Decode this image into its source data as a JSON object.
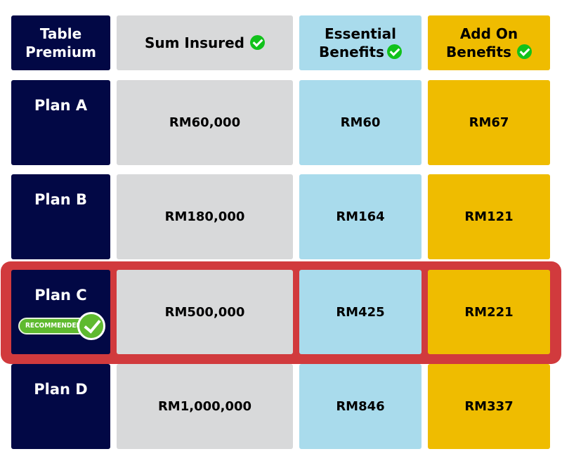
{
  "header": {
    "corner": [
      "Table",
      "Premium"
    ],
    "sum_insured": "Sum Insured",
    "essential": [
      "Essential",
      "Benefits"
    ],
    "addon": [
      "Add On",
      "Benefits"
    ]
  },
  "plans": [
    {
      "name": "Plan A",
      "sum_insured": "RM60,000",
      "essential": "RM60",
      "addon": "RM67"
    },
    {
      "name": "Plan B",
      "sum_insured": "RM180,000",
      "essential": "RM164",
      "addon": "RM121"
    },
    {
      "name": "Plan C",
      "sum_insured": "RM500,000",
      "essential": "RM425",
      "addon": "RM221",
      "badge": "RECOMMENDED"
    },
    {
      "name": "Plan D",
      "sum_insured": "RM1,000,000",
      "essential": "RM846",
      "addon": "RM337"
    }
  ],
  "icons": {
    "check": "check-circle-icon"
  },
  "colors": {
    "navy": "#020845",
    "grey": "#d8d9da",
    "blue": "#a9dbec",
    "gold": "#efbc00",
    "highlight": "#d13a3d",
    "check": "#11c21b",
    "badge": "#5fba2f"
  }
}
